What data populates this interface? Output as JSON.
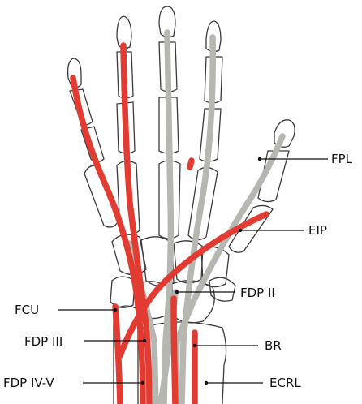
{
  "labels": {
    "fpl": "FPL",
    "eip": "EIP",
    "fdp_ii": "FDP II",
    "fcu": "FCU",
    "fdp_iii": "FDP III",
    "br": "BR",
    "fdp_iv_v": "FDP IV-V",
    "ecrl": "ECRL"
  },
  "colors": {
    "transferred_tendon": "#e23b32",
    "native_tendon": "#b7b7b2",
    "bone_outline": "#3a3a3a"
  }
}
